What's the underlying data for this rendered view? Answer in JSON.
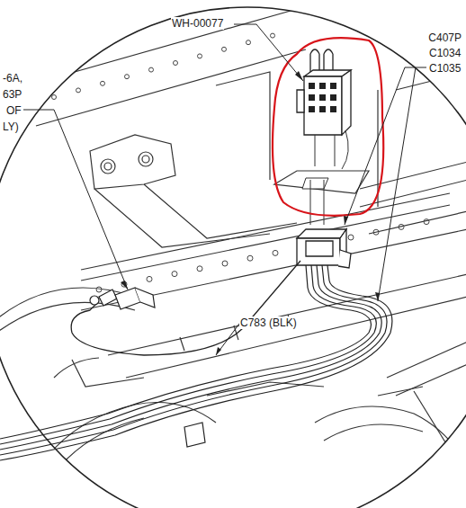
{
  "diagram": {
    "labels": [
      "WH-00077",
      "C407P",
      "C1034",
      "C1035",
      "-6A,",
      "63P",
      "OF",
      "LY)",
      "C783 (BLK)"
    ]
  }
}
